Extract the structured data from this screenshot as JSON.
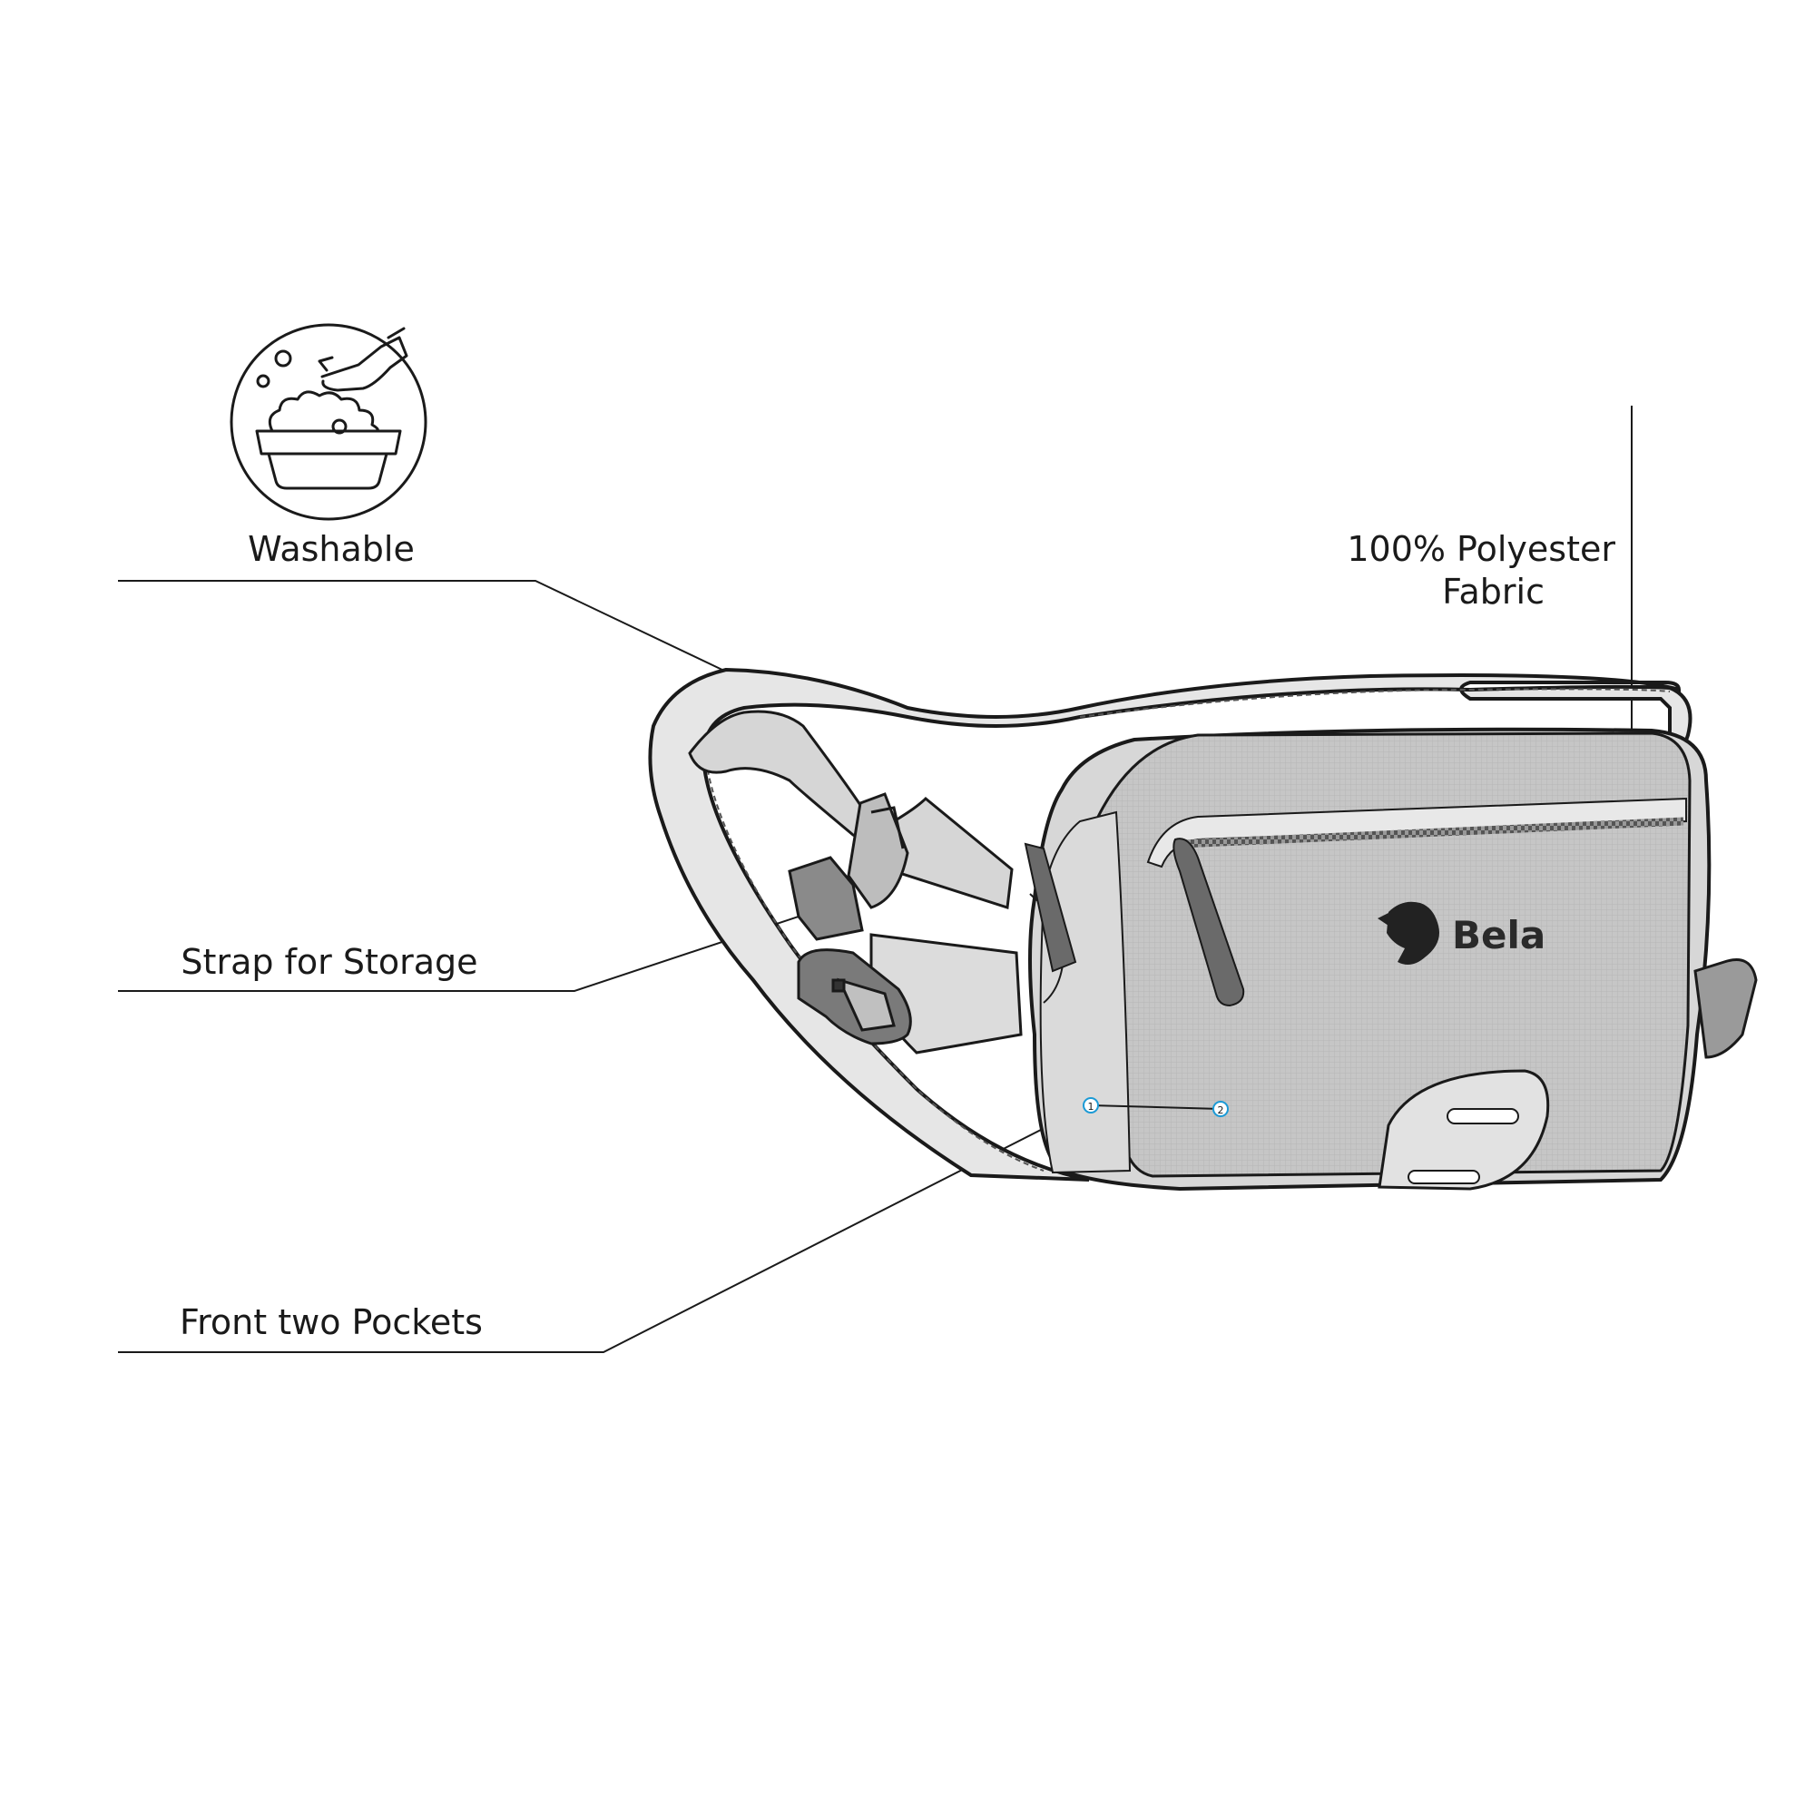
{
  "callouts": {
    "washable": "Washable",
    "strap": "Strap for Storage",
    "pockets": "Front two Pockets",
    "fabric_line1": "100% Polyester",
    "fabric_line2": "Fabric"
  },
  "markers": [
    "1",
    "2"
  ],
  "brand": {
    "logo_text": "Bela"
  },
  "icons": {
    "wash": "hand-wash-basin-icon"
  },
  "colors": {
    "line": "#1a1a1a",
    "strap_fill": "#dcdcdc",
    "body_fill": "#c9c9c9",
    "body_dark": "#a9a9a9",
    "marker": "#1b9ad6"
  }
}
